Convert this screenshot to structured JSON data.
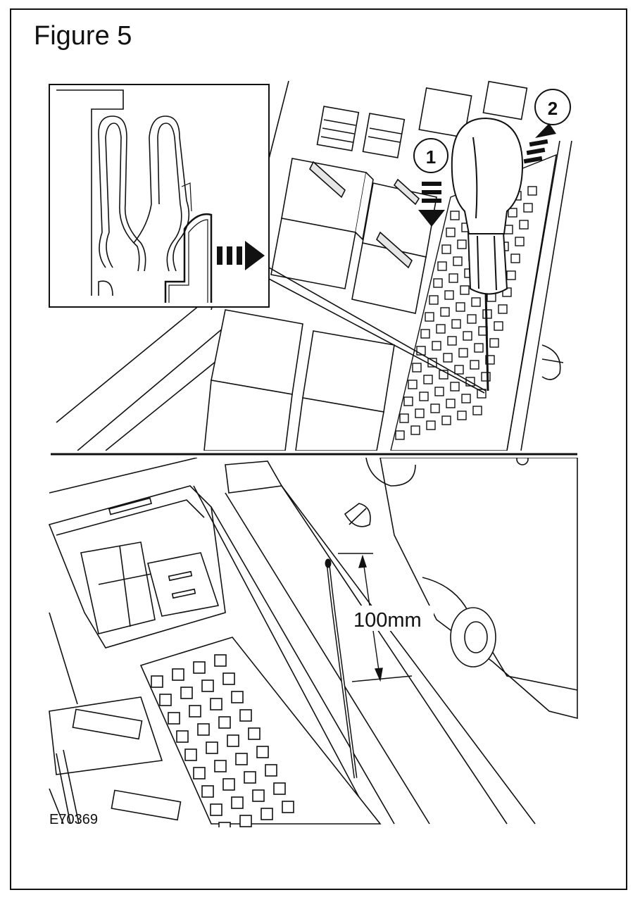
{
  "figure": {
    "title": "Figure 5",
    "callouts": [
      "1",
      "2"
    ],
    "dimension_label": "100mm",
    "reference_code": "E70369"
  },
  "colors": {
    "ink": "#111111",
    "paper": "#ffffff",
    "shade": "#e6e6e6"
  }
}
